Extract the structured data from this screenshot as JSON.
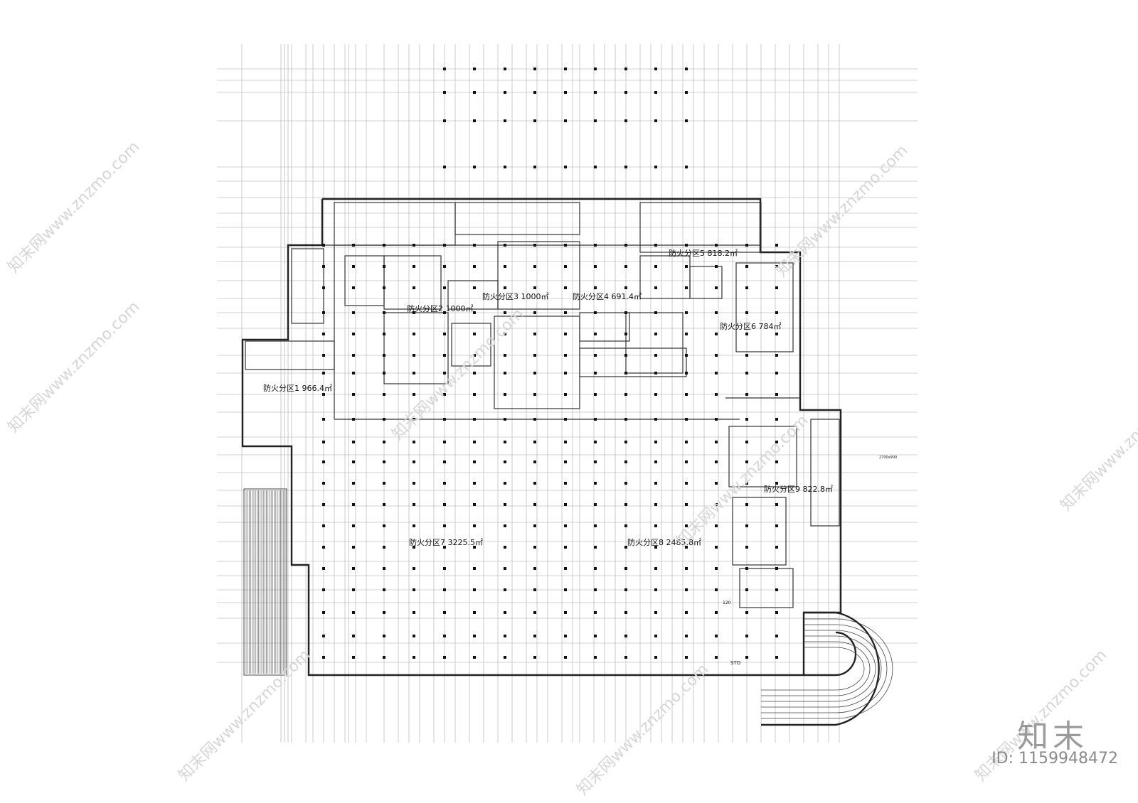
{
  "fire_zones": [
    {
      "label": "防火分区1 966.4㎡"
    },
    {
      "label": "防火分区2 1000㎡"
    },
    {
      "label": "防火分区3 1000㎡"
    },
    {
      "label": "防火分区4 691.4㎡"
    },
    {
      "label": "防火分区5 818.2㎡"
    },
    {
      "label": "防火分区6 784㎡"
    },
    {
      "label": "防火分区7 3225.5㎡"
    },
    {
      "label": "防火分区8 2485.8㎡"
    },
    {
      "label": "防火分区9 822.8㎡"
    }
  ],
  "small_labels": {
    "sto": "STO",
    "dim": "2700x900",
    "num_120": "120"
  },
  "watermark": {
    "text": "知末网www.znzmo.com",
    "brand": "知末",
    "id": "ID: 1159948472"
  },
  "colors": {
    "line": "#222222",
    "grid": "#9a9a9a",
    "watermark": "#d0d0d0"
  }
}
